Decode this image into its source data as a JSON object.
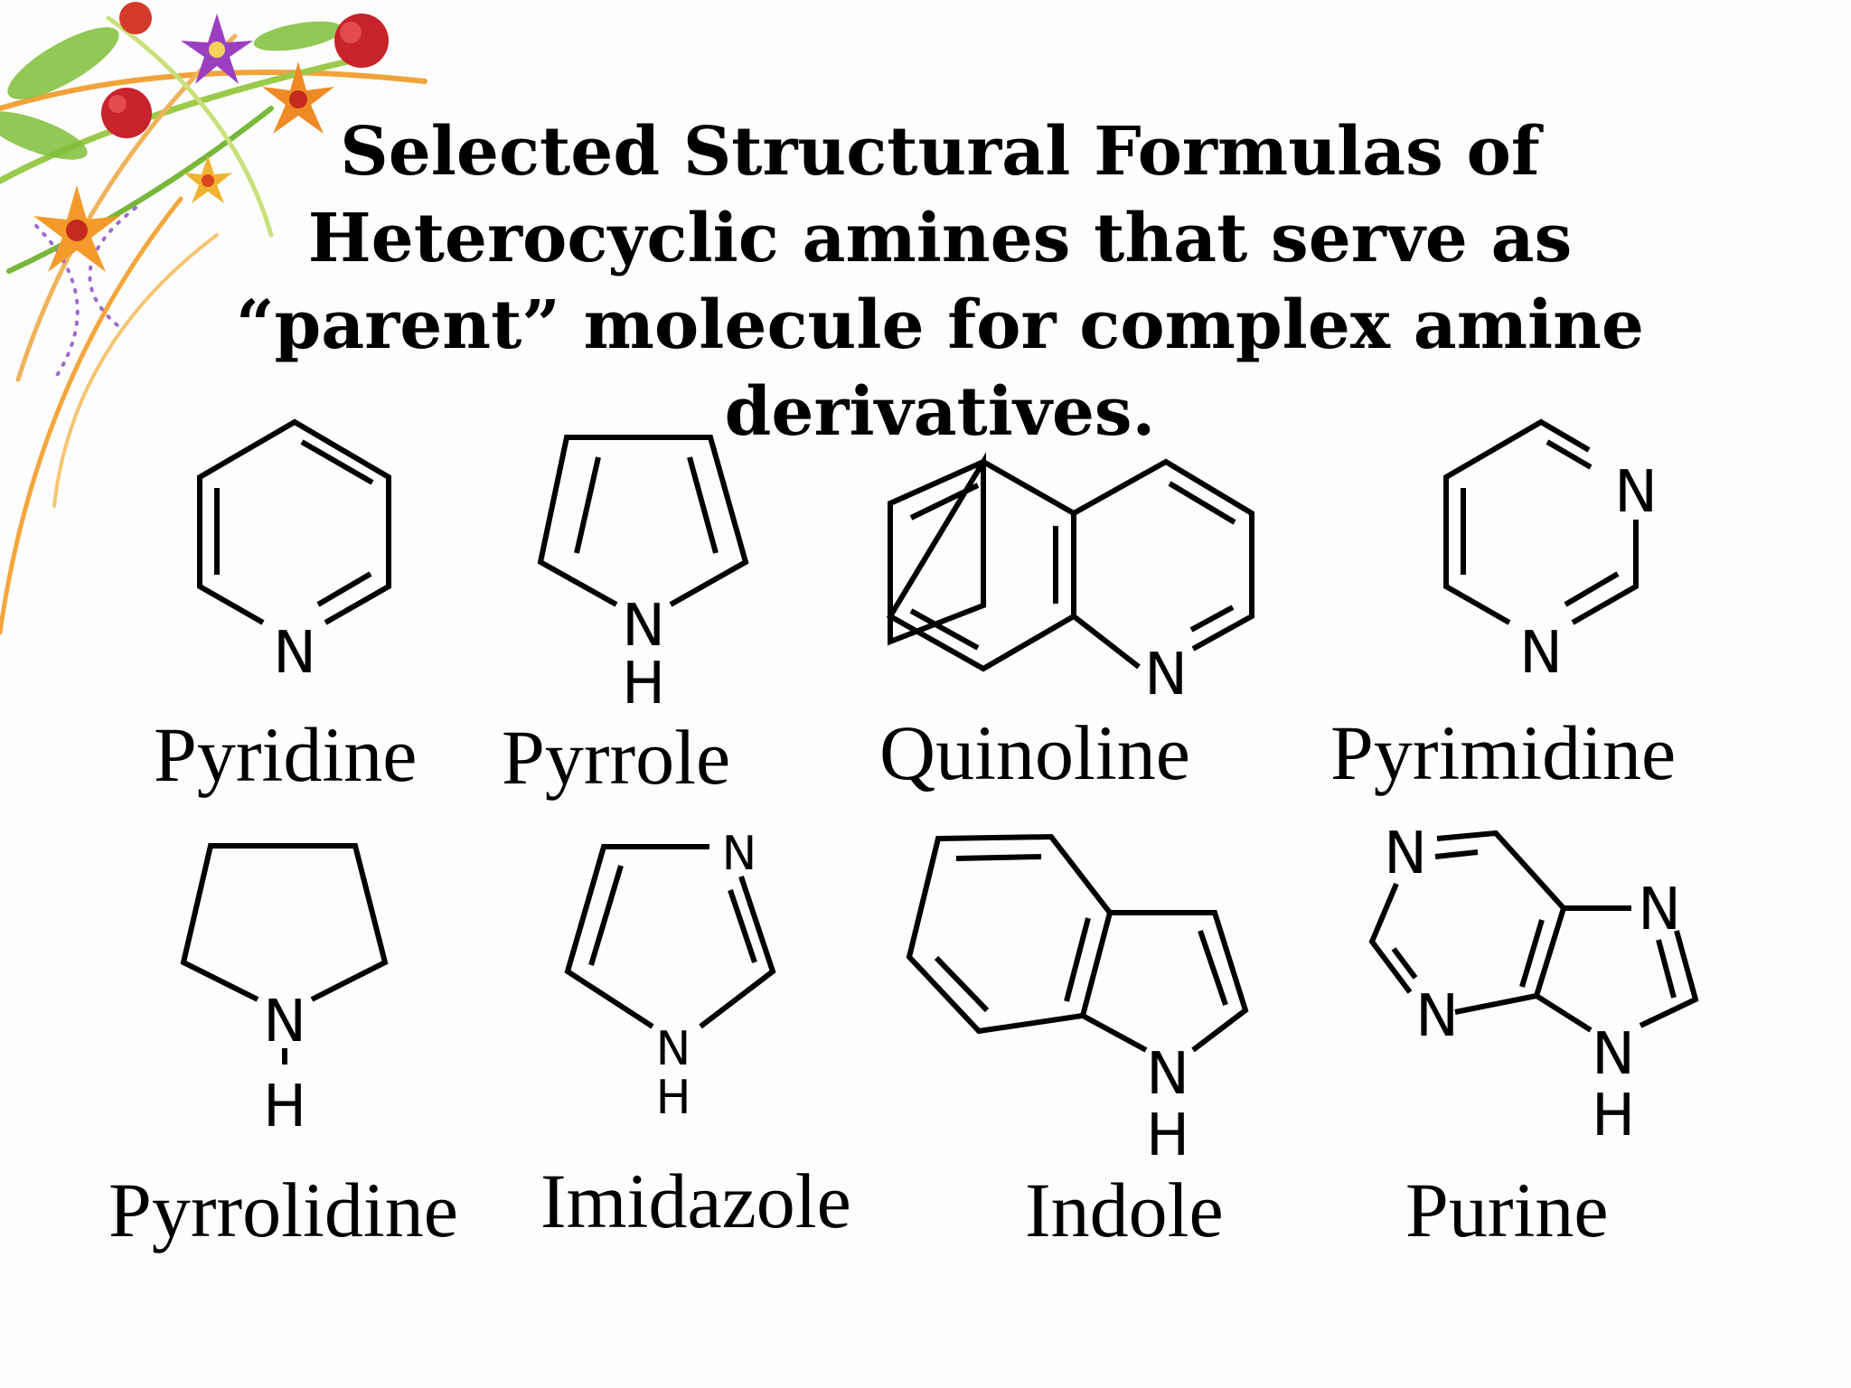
{
  "title_lines": [
    "Selected Structural Formulas of",
    "Heterocyclic amines that serve as",
    "“parent” molecule for complex amine",
    "derivatives."
  ],
  "molecules": [
    {
      "name": "Pyridine"
    },
    {
      "name": "Pyrrole"
    },
    {
      "name": "Quinoline"
    },
    {
      "name": "Pyrimidine"
    },
    {
      "name": "Pyrrolidine"
    },
    {
      "name": "Imidazole"
    },
    {
      "name": "Indole"
    },
    {
      "name": "Purine"
    }
  ],
  "atoms": {
    "N": "N",
    "H": "H"
  },
  "colors": {
    "background": "#fdfdfd",
    "ink": "#000000"
  }
}
